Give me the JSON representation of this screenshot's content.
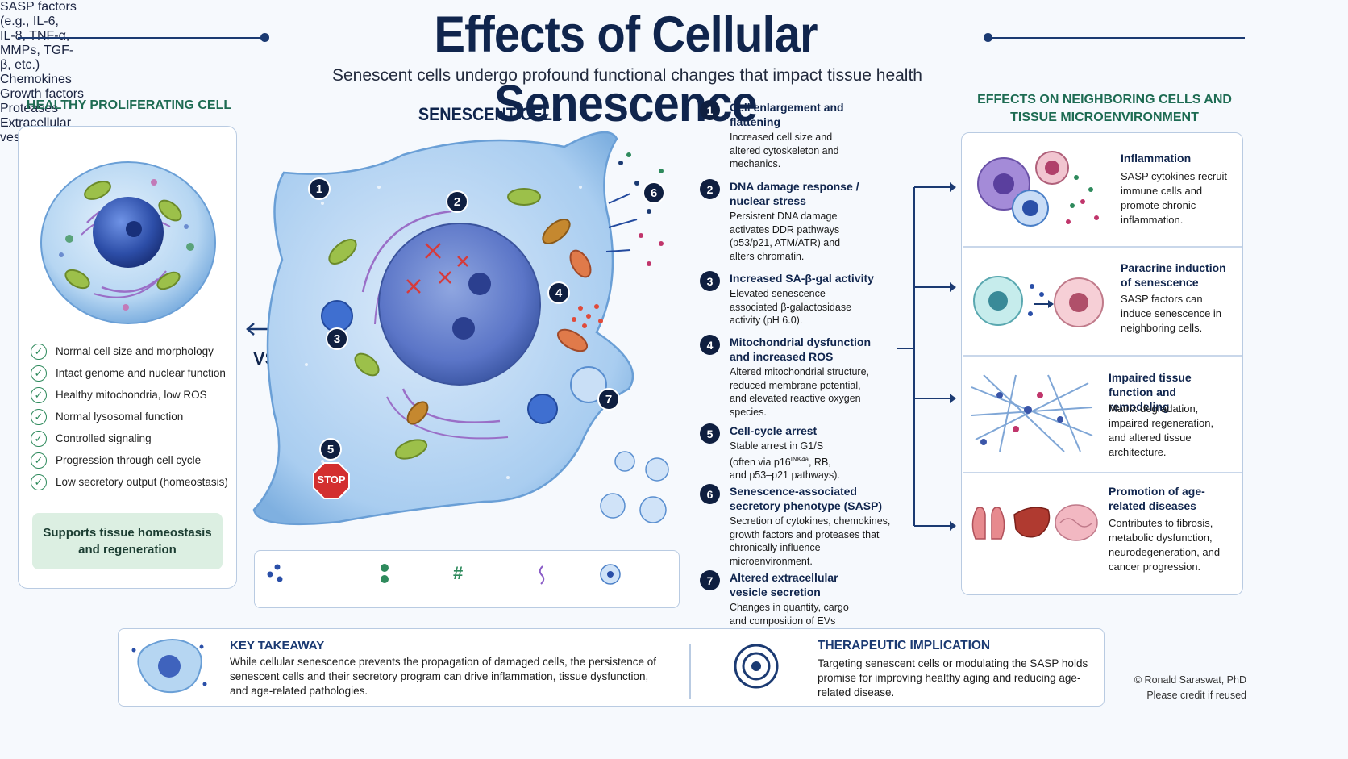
{
  "header": {
    "title": "Effects of Cellular Senescence",
    "subtitle": "Senescent cells undergo profound functional changes that impact tissue health"
  },
  "healthy": {
    "title": "HEALTHY PROLIFERATING CELL",
    "checklist": [
      "Normal cell size and morphology",
      "Intact genome and nuclear function",
      "Healthy mitochondria, low ROS",
      "Normal lysosomal function",
      "Controlled signaling",
      "Progression through cell cycle",
      "Low secretory output (homeostasis)"
    ],
    "support": "Supports tissue homeostasis and regeneration"
  },
  "vs": "VS.",
  "senescent": {
    "title": "SENESCENT CELL",
    "markers": [
      "1",
      "2",
      "3",
      "4",
      "5",
      "6",
      "7"
    ],
    "stop_label": "STOP"
  },
  "legend": {
    "sasp": "SASP factors",
    "sasp_examples": "(e.g., IL-6, IL-8, TNF-α, MMPs, TGF-β, etc.)",
    "chemokines": "Chemokines",
    "growth_factors": "Growth factors",
    "proteases": "Proteases",
    "vesicles": "Extracellular vesicles"
  },
  "items": [
    {
      "num": "1",
      "title": "Cell enlargement and flattening",
      "desc": "Increased cell size and altered cytoskeleton and mechanics."
    },
    {
      "num": "2",
      "title": "DNA damage response / nuclear stress",
      "desc": "Persistent DNA damage activates DDR pathways (p53/p21, ATM/ATR) and alters chromatin."
    },
    {
      "num": "3",
      "title": "Increased SA-β-gal activity",
      "desc": "Elevated senescence-associated β-galactosidase activity (pH 6.0)."
    },
    {
      "num": "4",
      "title": "Mitochondrial dysfunction and increased ROS",
      "desc": "Altered mitochondrial structure, reduced membrane potential, and elevated reactive oxygen species."
    },
    {
      "num": "5",
      "title": "Cell-cycle arrest",
      "desc_a": "Stable arrest in G1/S (often via p16",
      "desc_sup": "INK4a",
      "desc_b": ", RB, and p53–p21 pathways)."
    },
    {
      "num": "6",
      "title": "Senescence-associated secretory phenotype (SASP)",
      "desc": "Secretion of cytokines, chemokines, growth factors and proteases that chronically influence microenvironment."
    },
    {
      "num": "7",
      "title": "Altered extracellular vesicle secretion",
      "desc": "Changes in quantity, cargo and composition of EVs (exosomes, microvesicles)."
    }
  ],
  "effects": {
    "title": "EFFECTS ON NEIGHBORING CELLS AND TISSUE MICROENVIRONMENT",
    "list": [
      {
        "title": "Inflammation",
        "desc": "SASP cytokines recruit immune cells and promote chronic inflammation."
      },
      {
        "title": "Paracrine induction of senescence",
        "desc": "SASP factors can induce senescence in neighboring cells."
      },
      {
        "title": "Impaired tissue function and remodeling",
        "desc": "Matrix degradation, impaired regeneration, and altered tissue architecture."
      },
      {
        "title": "Promotion of age-related diseases",
        "desc": "Contributes to fibrosis, metabolic dysfunction, neurodegeneration, and cancer progression."
      }
    ]
  },
  "takeaway": {
    "title": "KEY TAKEAWAY",
    "text": "While cellular senescence prevents the propagation of damaged cells, the persistence of senescent cells and their secretory program can drive inflammation, tissue dysfunction, and age-related pathologies."
  },
  "therapeutic": {
    "title": "THERAPEUTIC IMPLICATION",
    "text": "Targeting senescent cells or modulating the SASP holds promise for improving healthy aging and reducing age-related disease."
  },
  "credit": {
    "line1": "© Ronald Saraswat, PhD",
    "line2": "Please credit if reused"
  },
  "colors": {
    "navy": "#10254d",
    "green_heading": "#1d6b52",
    "cell_blue": "#a9cdf0",
    "nucleus_blue": "#3f63bd",
    "stop_red": "#d32f2f"
  }
}
